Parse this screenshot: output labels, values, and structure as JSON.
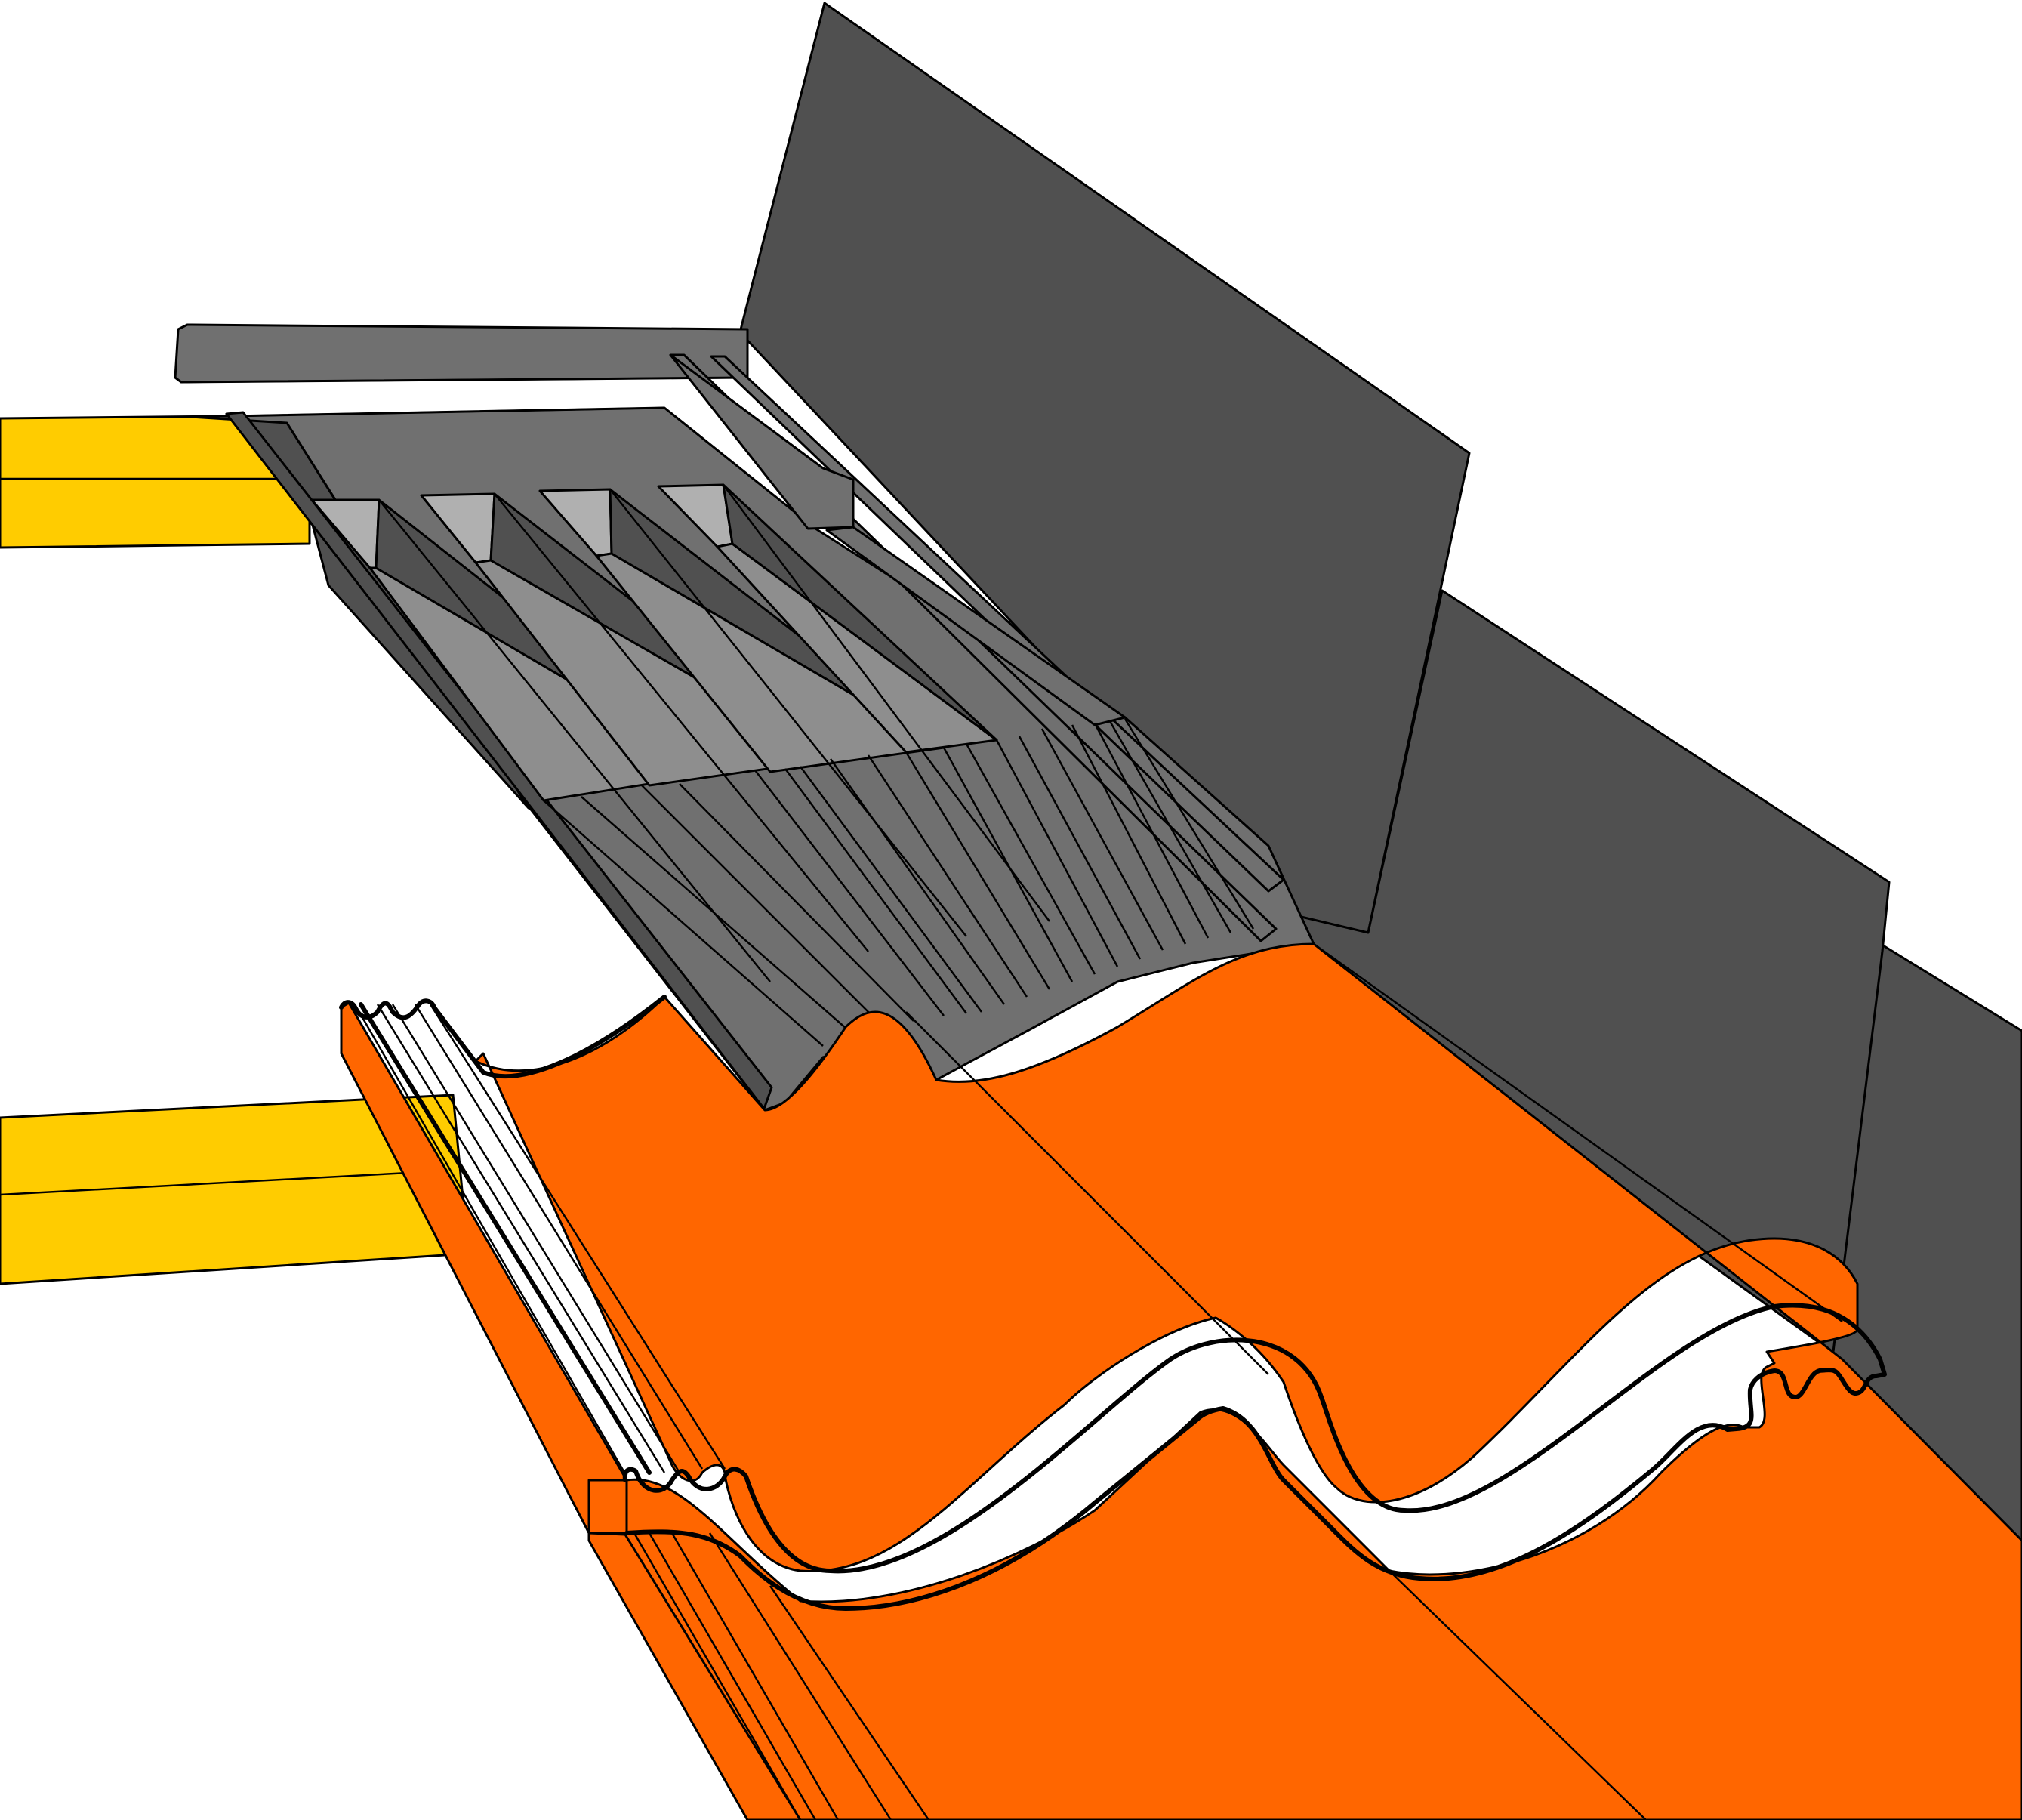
{
  "diagram": {
    "parts": [
      {
        "id": "battens",
        "color": "#FFCC00"
      },
      {
        "id": "upstand-flashing",
        "color": "#505050"
      },
      {
        "id": "vent-tray",
        "color": "#707070"
      },
      {
        "id": "vent-slot-faces",
        "color": "#B0B0B0"
      },
      {
        "id": "vent-slot-floors",
        "color": "#8E8E8E"
      },
      {
        "id": "interlocking-roof-tile",
        "color": "#FF6600"
      }
    ],
    "background": "#FFFFFF",
    "outline": "#000000"
  }
}
